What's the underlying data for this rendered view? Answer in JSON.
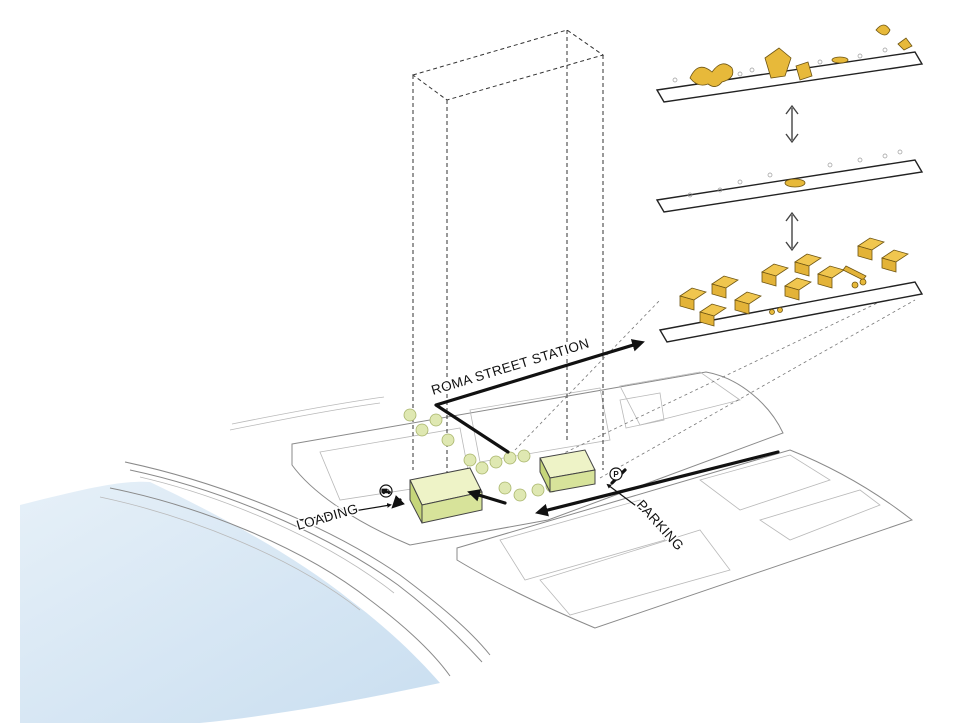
{
  "labels": {
    "roma_street_station": "ROMA STREET STATION",
    "loading": "LOADING",
    "parking": "PARKING"
  },
  "icons": {
    "parking_glyph": "P",
    "loading_glyph": "⛟"
  },
  "colors": {
    "water": "#cfe3f3",
    "building_green": "#d7e39a",
    "tent_yellow": "#e3b338",
    "route_black": "#111111"
  }
}
